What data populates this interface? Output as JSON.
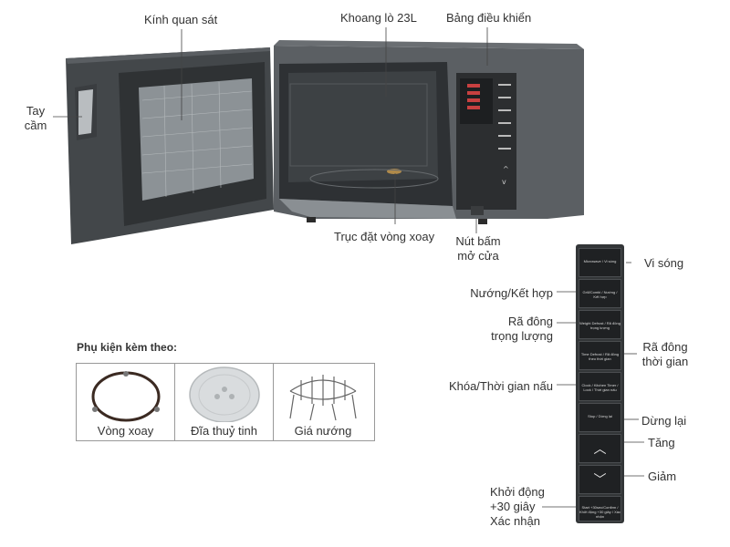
{
  "labels": {
    "kinh_quan_sat": "Kính quan sát",
    "khoang_lo": "Khoang lò 23L",
    "bang_dieu_khien": "Bảng điều khiển",
    "tay_cam_1": "Tay",
    "tay_cam_2": "cầm",
    "truc_dat": "Trục đặt vòng xoay",
    "nut_bam_1": "Nút bấm",
    "nut_bam_2": "mở cửa"
  },
  "panel_labels": {
    "vi_song": "Vi sóng",
    "nuong": "Nướng/Kết hợp",
    "ra_dong_trong_luong_1": "Rã đông",
    "ra_dong_trong_luong_2": "trọng lượng",
    "ra_dong_thoi_gian_1": "Rã đông",
    "ra_dong_thoi_gian_2": "thời gian",
    "khoa": "Khóa/Thời gian nấu",
    "dung_lai": "Dừng lại",
    "tang": "Tăng",
    "giam": "Giảm",
    "khoi_dong_1": "Khởi động",
    "khoi_dong_2": "+30 giây",
    "khoi_dong_3": "Xác nhận"
  },
  "panel_buttons": [
    {
      "text": "Microwave / Vi sóng"
    },
    {
      "text": "Grill/Combi / Nướng / Kết hợp"
    },
    {
      "text": "Weight Defrost / Rã đông trọng lượng"
    },
    {
      "text": "Time Defrost / Rã đông theo thời gian"
    },
    {
      "text": "Clock / Kitchen Timer / Lock / Thời gian nấu"
    },
    {
      "text": "Stop / Dừng lại"
    },
    {
      "text": "︿"
    },
    {
      "text": "﹀"
    },
    {
      "text": "Start +30sec/Confirm / Khởi động +30 giây / Xác nhận"
    }
  ],
  "accessories": {
    "title": "Phụ kiện kèm theo:",
    "items": [
      {
        "caption": "Vòng xoay"
      },
      {
        "caption": "Đĩa thuỷ tinh"
      },
      {
        "caption": "Giá nướng"
      }
    ]
  },
  "colors": {
    "body": "#5b5f63",
    "door": "#43474a",
    "cavity": "#3d4144",
    "panel": "#2c2e30",
    "glass": "#9aa0a4",
    "text": "#333333"
  }
}
